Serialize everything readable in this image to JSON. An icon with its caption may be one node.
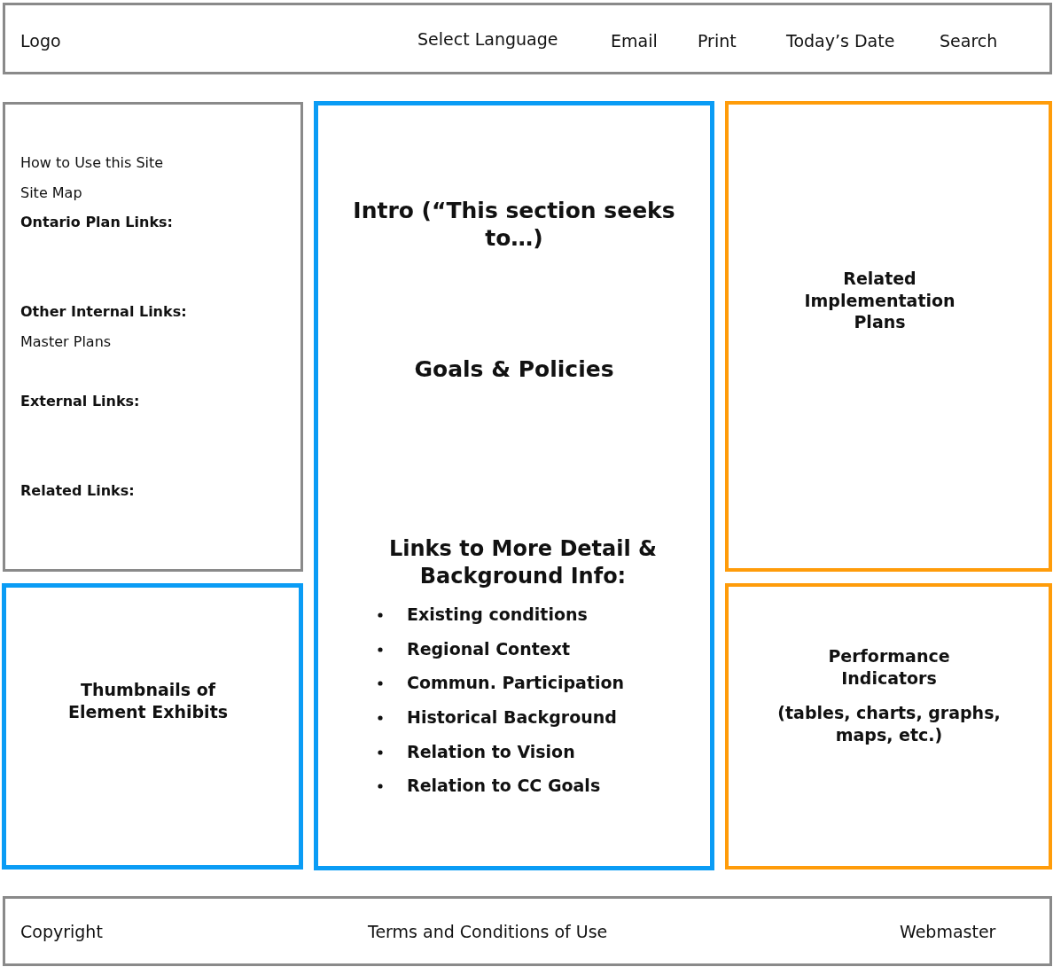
{
  "diagram": {
    "nodes": [
      {
        "text": [
          "Logo",
          "Select Language",
          "Email",
          "Print",
          "Today’s Date",
          "Search"
        ]
      },
      {
        "text": [
          "How to Use this Site",
          "Site Map",
          "Ontario Plan Links:",
          "Other Internal Links:",
          "Master Plans",
          "External Links:",
          "Related Links:"
        ]
      },
      {
        "text": [
          "Intro (“This section seeks to…)",
          "Goals & Policies",
          "Links to More Detail & Background Info:",
          "Existing conditions",
          "Regional Context",
          "Commun. Participation",
          "Historical Background",
          "Relation to Vision",
          "Relation to CC Goals"
        ]
      },
      {
        "text": [
          "Related Implementation Plans"
        ]
      },
      {
        "text": [
          "Thumbnails of Element Exhibits"
        ]
      },
      {
        "text": [
          "Performance Indicators",
          "(tables, charts, graphs, maps, etc.)"
        ]
      },
      {
        "text": [
          "Copyright",
          "Terms and Conditions of Use",
          "Webmaster"
        ]
      }
    ],
    "edges": []
  }
}
